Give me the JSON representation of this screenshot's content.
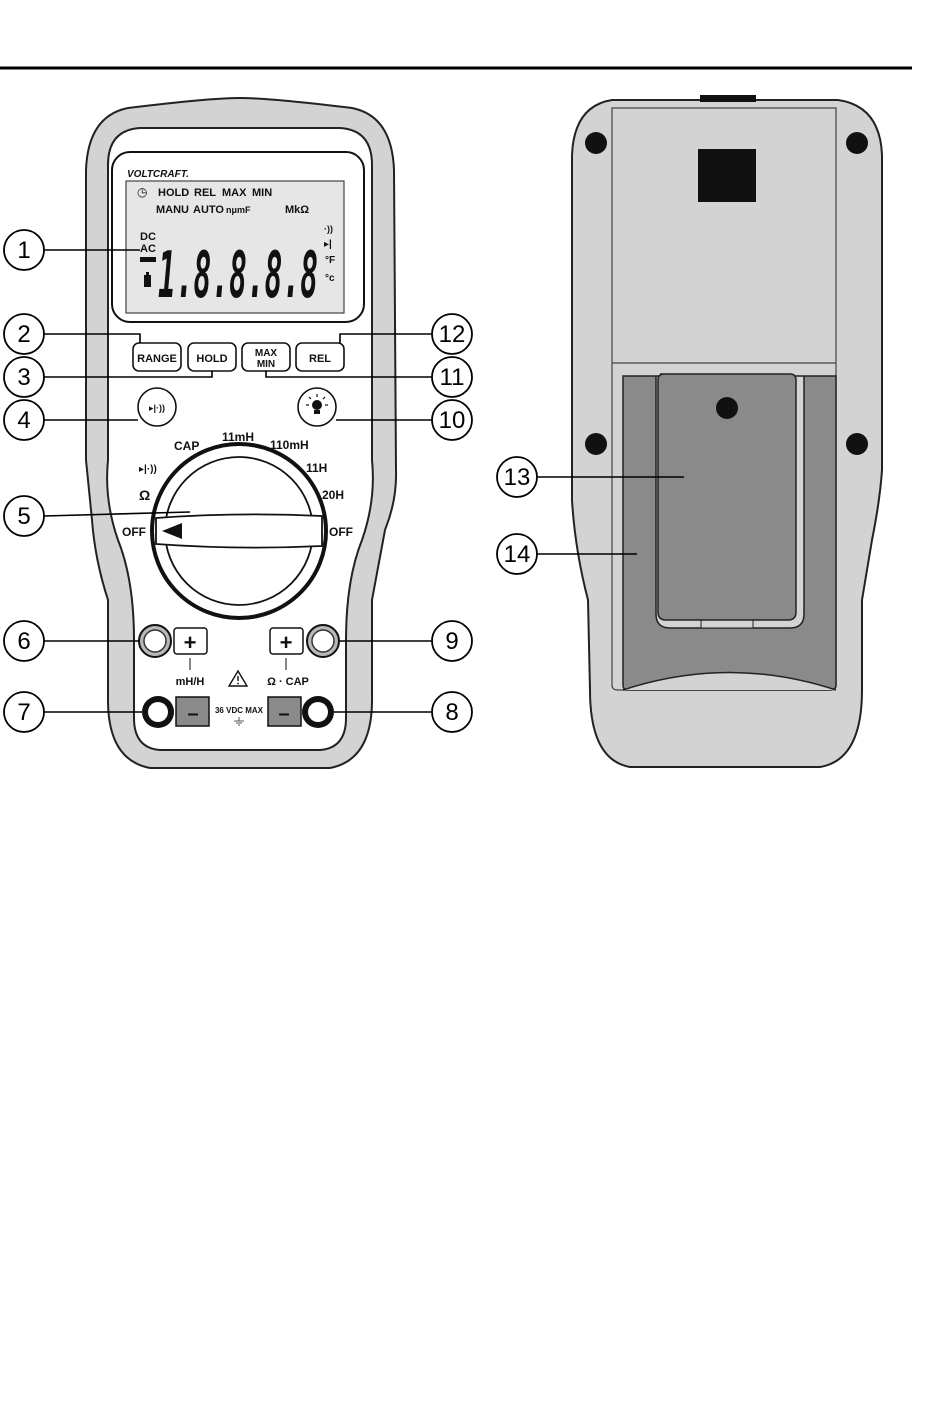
{
  "brand": "VOLTCRAFT.",
  "lcd": {
    "clock_symbol": "◷",
    "top_row": [
      "HOLD",
      "REL",
      "MAX",
      "MIN"
    ],
    "mode_row": [
      "MANU",
      "AUTO"
    ],
    "cap_units": "nμmF",
    "ohm_units": "MkΩ",
    "dc": "DC",
    "ac": "AC",
    "digits": "1.8.8.8.8",
    "deg_f": "°F",
    "deg_c": "°c"
  },
  "buttons": {
    "range": "RANGE",
    "hold": "HOLD",
    "max": "MAX",
    "min": "MIN",
    "rel": "REL"
  },
  "dial": {
    "cap": "CAP",
    "h11m": "11mH",
    "h110m": "110mH",
    "h11": "11H",
    "h20": "20H",
    "ohm": "Ω",
    "off_left": "OFF",
    "off_right": "OFF"
  },
  "jacks": {
    "plus": "+",
    "minus": "–",
    "left_label": "mH/H",
    "right_label": "Ω · CAP",
    "warning": "36 VDC MAX"
  },
  "callouts": [
    "1",
    "2",
    "3",
    "4",
    "5",
    "6",
    "7",
    "8",
    "9",
    "10",
    "11",
    "12",
    "13",
    "14"
  ]
}
